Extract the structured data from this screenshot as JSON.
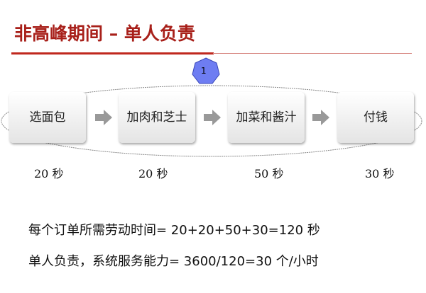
{
  "title": "非高峰期间 – 单人负责",
  "badge": "1",
  "steps": [
    {
      "label": "选面包",
      "time": "20 秒"
    },
    {
      "label": "加肉和芝士",
      "time": "20 秒"
    },
    {
      "label": "加菜和酱汁",
      "time": "50 秒"
    },
    {
      "label": "付钱",
      "time": "30 秒"
    }
  ],
  "statements": [
    "每个订单所需劳动时间= 20+20+50+30=120 秒",
    "单人负责，系统服务能力= 3600/120=30 个/小时"
  ],
  "colors": {
    "title": "#a8201a",
    "badge": "#6e7df2"
  }
}
